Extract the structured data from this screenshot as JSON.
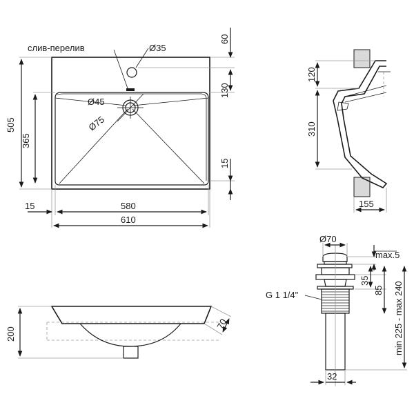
{
  "labels": {
    "overflow_drain": "слив-перелив",
    "faucet_hole_diameter": "Ø35",
    "drain_hole_diameter": "Ø45",
    "drain_outer_diameter": "Ø75",
    "thread": "G 1 1/4\"",
    "trap_cap_diameter": "Ø70",
    "max_protrusion": "max.5",
    "height_range": "min 225 - max 240"
  },
  "dimensions": {
    "total_depth": "505",
    "bowl_depth": "365",
    "rear_top": "60",
    "rear_to_bowl": "130",
    "front_rim": "15",
    "left_rim": "15",
    "bowl_width": "580",
    "total_width": "610",
    "side_upper": "120",
    "side_bowl": "310",
    "side_width": "155",
    "front_height": "200",
    "front_angle": "70",
    "drain_35": "35",
    "drain_85": "85",
    "drain_pipe": "32"
  }
}
